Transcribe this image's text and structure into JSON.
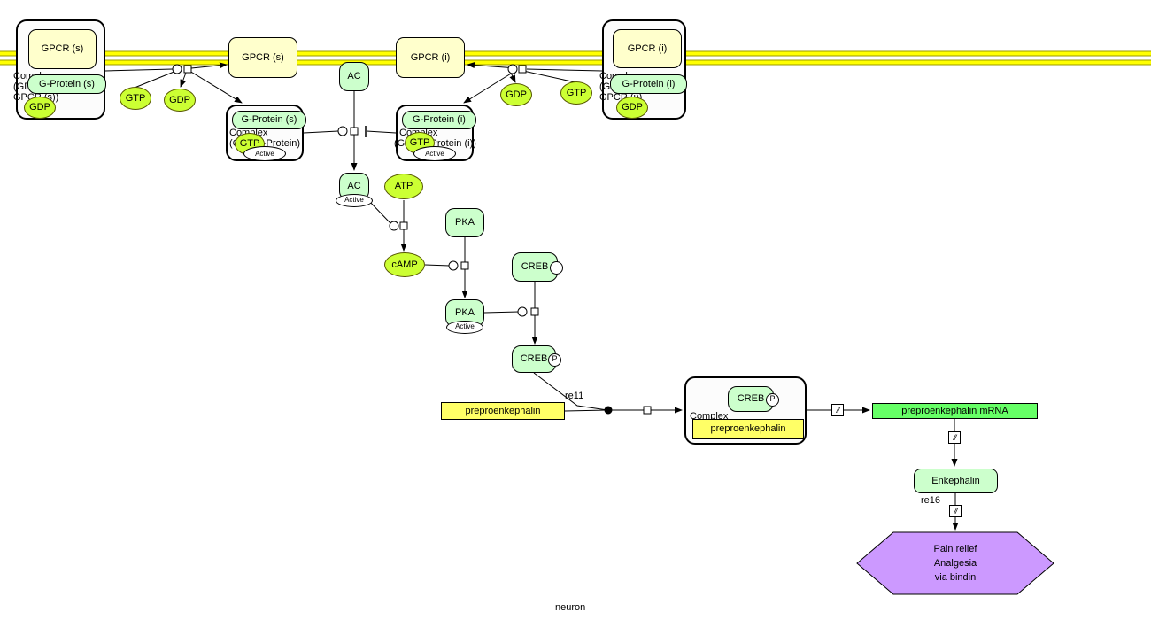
{
  "canvas": {
    "compartment_label": "neuron"
  },
  "glyphs": {
    "omitted": "//"
  },
  "states": {
    "active": "Active",
    "phospho": "P"
  },
  "reactions": {
    "re11": "re11",
    "re16": "re16"
  },
  "colors": {
    "membrane": "#FFFF00",
    "receptor": "#FFFFCC",
    "protein": "#CCFFCC",
    "simple_molecule": "#CCFF33",
    "gene": "#FFFF66",
    "rna": "#66FF66",
    "phenotype": "#CC99FF"
  },
  "nodes": {
    "complex_gdp_gs_gpcr_s": {
      "label_line1": "Complex",
      "label_line2": "(GDP/G-Protein (s)/",
      "label_line3": "GPCR (s))"
    },
    "gpcr_s_in_complex": {
      "label": "GPCR (s)"
    },
    "gprotein_s_in_complex": {
      "label": "G-Protein (s)"
    },
    "gdp_in_complex_s": {
      "label": "GDP"
    },
    "gtp_free_left": {
      "label": "GTP"
    },
    "gdp_free_left": {
      "label": "GDP"
    },
    "gpcr_s": {
      "label": "GPCR (s)"
    },
    "complex_gtp_gs": {
      "label_line1": "Complex",
      "label_line2": "(GTP/G-Protein)"
    },
    "gprotein_s_active": {
      "label": "G-Protein (s)"
    },
    "gtp_in_complex_s": {
      "label": "GTP"
    },
    "ac": {
      "label": "AC"
    },
    "ac_active": {
      "label": "AC"
    },
    "atp": {
      "label": "ATP"
    },
    "camp": {
      "label": "cAMP"
    },
    "pka": {
      "label": "PKA"
    },
    "pka_active": {
      "label": "PKA"
    },
    "creb": {
      "label": "CREB"
    },
    "creb_p": {
      "label": "CREB"
    },
    "gene_preproenkephalin": {
      "label": "preproenkephalin"
    },
    "complex_creb_gene": {
      "label_line1": "Complex",
      "creb_label": "CREB",
      "gene_label": "preproenkephalin"
    },
    "mrna_preproenkephalin": {
      "label": "preproenkephalin mRNA"
    },
    "enkephalin": {
      "label": "Enkephalin"
    },
    "phenotype": {
      "line1": "Pain relief",
      "line2": "Analgesia",
      "line3": "via bindin"
    },
    "gpcr_i": {
      "label": "GPCR (i)"
    },
    "complex_gtp_gi": {
      "label_line1": "Complex",
      "label_line2": "(GTP/G-Protein (i))"
    },
    "gprotein_i_active": {
      "label": "G-Protein (i)"
    },
    "gtp_in_complex_i": {
      "label": "GTP"
    },
    "gdp_free_right": {
      "label": "GDP"
    },
    "gtp_free_right": {
      "label": "GTP"
    },
    "complex_gdp_gi_gpcr_i": {
      "label_line1": "Complex",
      "label_line2": "(GDP/G-Protein (i)/",
      "label_line3": "GPCR (i))"
    },
    "gpcr_i_in_complex": {
      "label": "GPCR (i)"
    },
    "gprotein_i_in_complex": {
      "label": "G-Protein (i)"
    },
    "gdp_in_complex_i": {
      "label": "GDP"
    }
  }
}
